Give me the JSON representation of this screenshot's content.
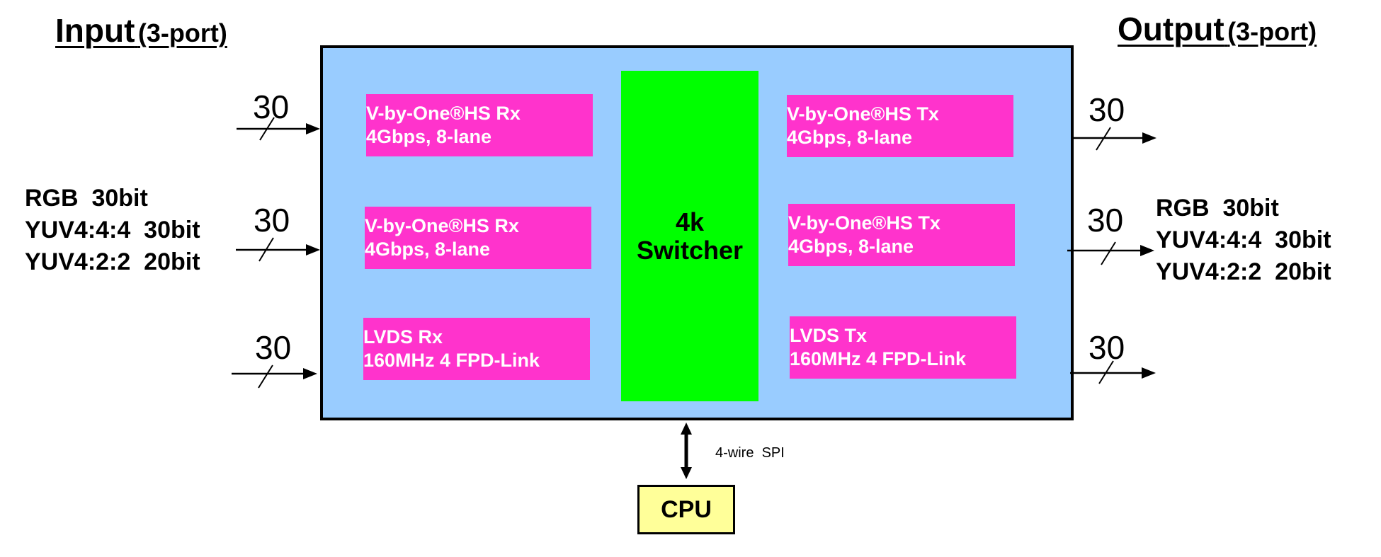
{
  "input": {
    "title": "Input",
    "subtitle": "(3-port)",
    "formats": [
      "RGB  30bit",
      "YUV4:4:4  30bit",
      "YUV4:2:2  20bit"
    ],
    "ports": [
      {
        "bus_width": "30"
      },
      {
        "bus_width": "30"
      },
      {
        "bus_width": "30"
      }
    ]
  },
  "output": {
    "title": "Output",
    "subtitle": "(3-port)",
    "formats": [
      "RGB  30bit",
      "YUV4:4:4  30bit",
      "YUV4:2:2  20bit"
    ],
    "ports": [
      {
        "bus_width": "30"
      },
      {
        "bus_width": "30"
      },
      {
        "bus_width": "30"
      }
    ]
  },
  "receivers": [
    {
      "line1": "V-by-One®HS Rx",
      "line2": "4Gbps, 8-lane"
    },
    {
      "line1": "V-by-One®HS Rx",
      "line2": "4Gbps, 8-lane"
    },
    {
      "line1": "LVDS Rx",
      "line2": "160MHz 4 FPD-Link"
    }
  ],
  "transmitters": [
    {
      "line1": "V-by-One®HS Tx",
      "line2": "4Gbps, 8-lane"
    },
    {
      "line1": "V-by-One®HS Tx",
      "line2": "4Gbps, 8-lane"
    },
    {
      "line1": "LVDS Tx",
      "line2": "160MHz 4 FPD-Link"
    }
  ],
  "switcher": {
    "line1": "4k",
    "line2": "Switcher"
  },
  "control": {
    "interface_label": "4-wire  SPI",
    "cpu_label": "CPU"
  },
  "colors": {
    "main_box": "#99ccff",
    "switcher": "#00ff00",
    "interface_blocks": "#ff33cc",
    "cpu": "#ffff99"
  }
}
